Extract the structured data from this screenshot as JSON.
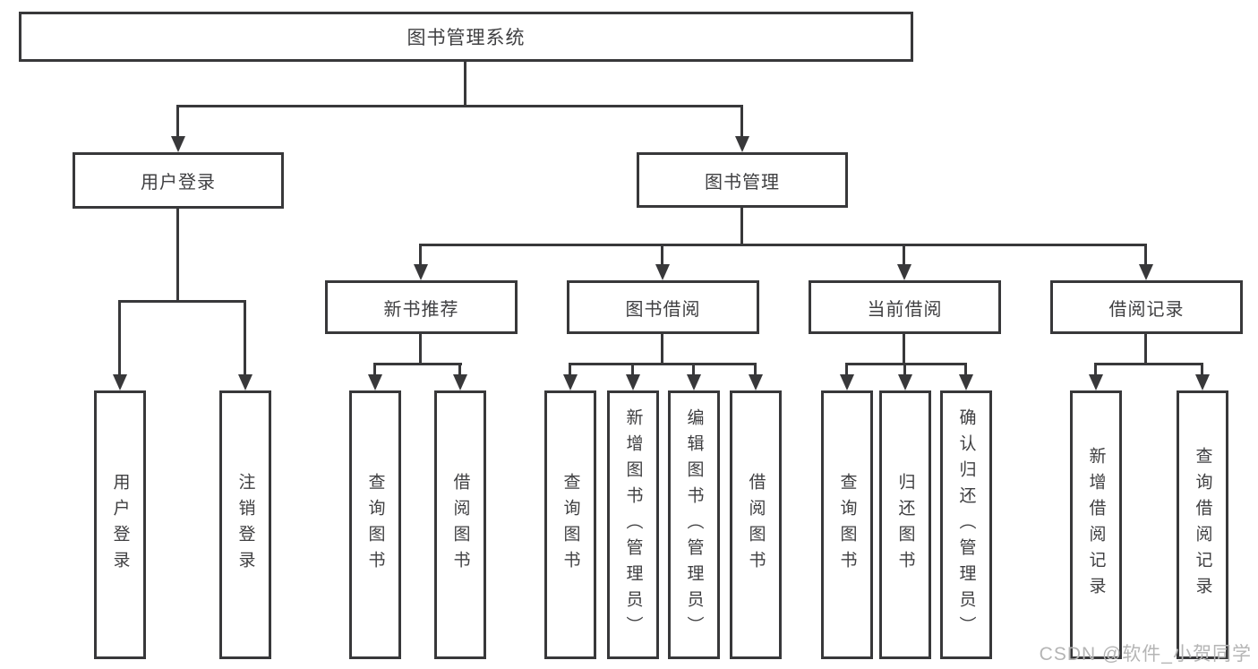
{
  "diagram": {
    "title": "图书管理系统",
    "watermark": "CSDN @软件_小贺同学",
    "colors": {
      "line": "#38383a",
      "text": "#3f3f41",
      "background": "#ffffff",
      "watermark": "#b5b5b5"
    },
    "root": {
      "label": "图书管理系统"
    },
    "branches": [
      {
        "label": "用户登录",
        "children": [
          "用户登录",
          "注销登录"
        ]
      },
      {
        "label": "图书管理",
        "children": [
          {
            "label": "新书推荐",
            "children": [
              "查询图书",
              "借阅图书"
            ]
          },
          {
            "label": "图书借阅",
            "children": [
              "查询图书",
              "新增图书（管理员）",
              "编辑图书（管理员）",
              "借阅图书"
            ]
          },
          {
            "label": "当前借阅",
            "children": [
              "查询图书",
              "归还图书",
              "确认归还（管理员）"
            ]
          },
          {
            "label": "借阅记录",
            "children": [
              "新增借阅记录",
              "查询借阅记录"
            ]
          }
        ]
      }
    ]
  }
}
